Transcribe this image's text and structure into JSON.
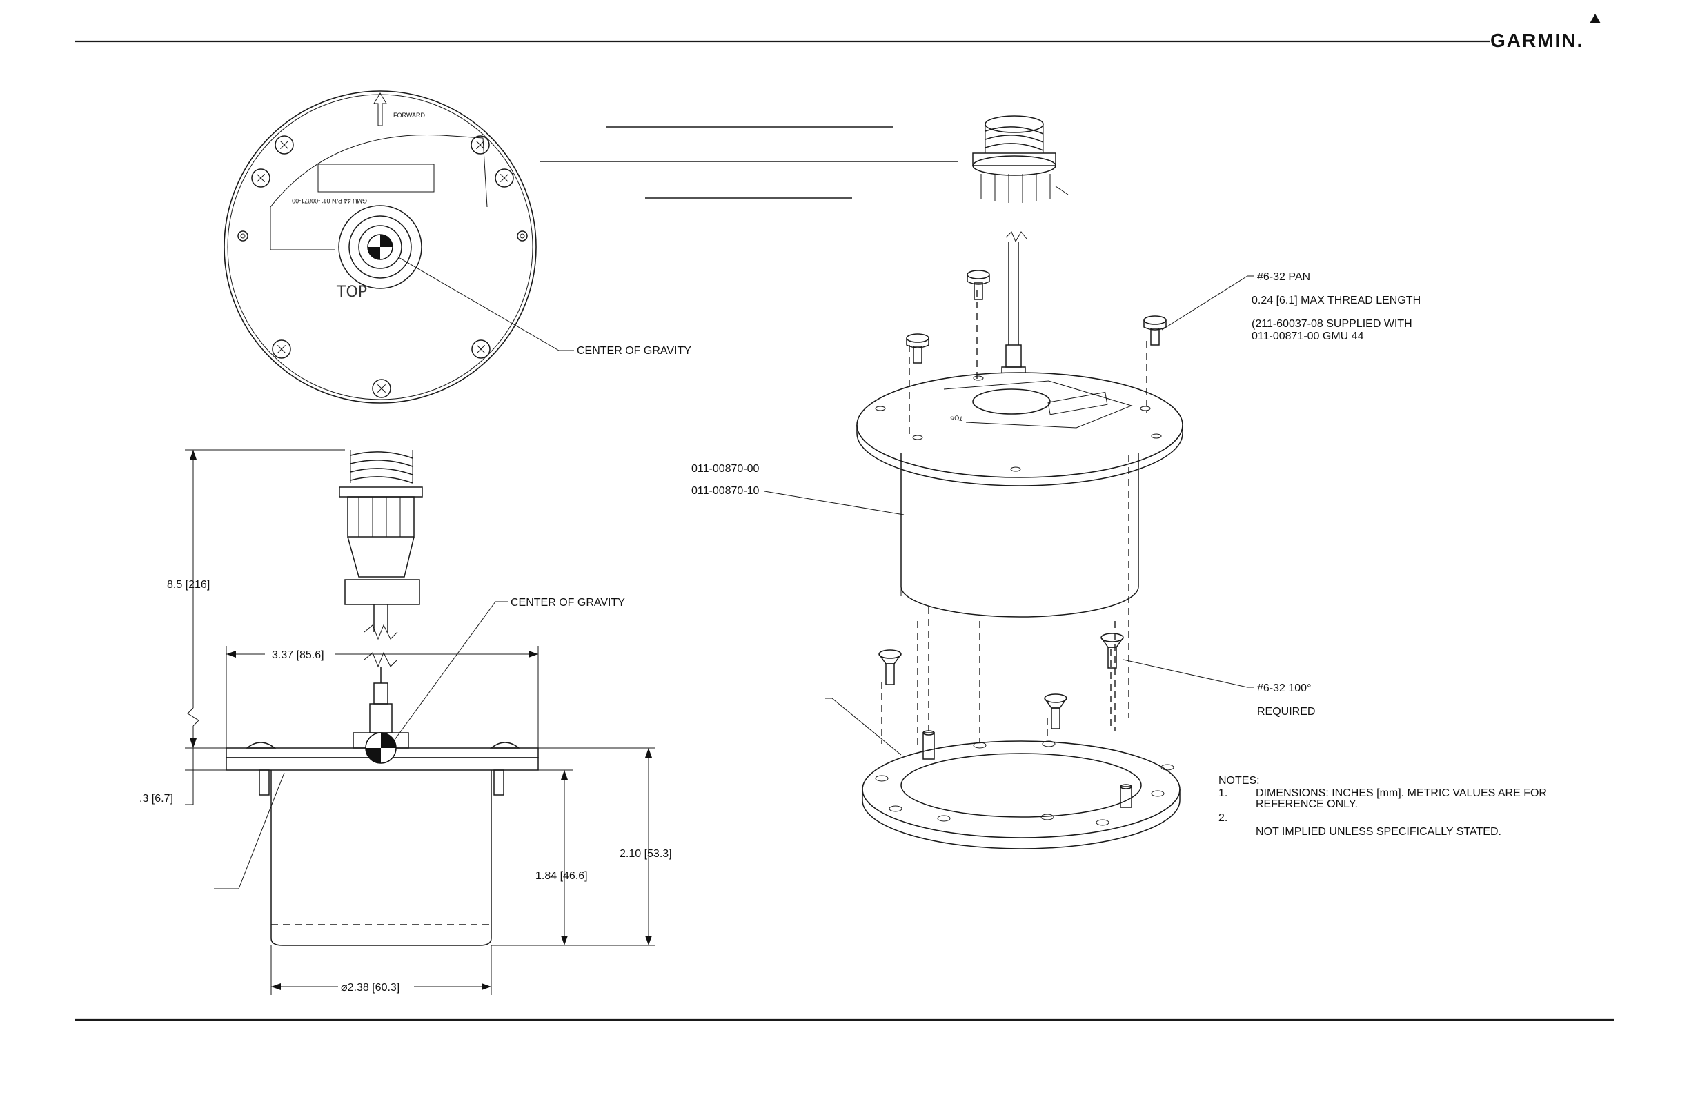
{
  "brand": {
    "logo": "GARMIN."
  },
  "top_view": {
    "forward_label": "FORWARD",
    "top_label": "TOP",
    "part_text": "GMU 44 P/N 011-00871-00",
    "cg_label": "CENTER OF GRAVITY"
  },
  "side_view": {
    "cg_label": "CENTER OF GRAVITY",
    "dims": {
      "height_total": "8.5 [216]",
      "flange_width": "3.37 [85.6]",
      "flange_thickness": ".3 [6.7]",
      "body_height": "1.84 [46.6]",
      "overall_height": "2.10 [53.3]",
      "diameter": "⌀2.38 [60.3]"
    }
  },
  "iso_view": {
    "part_numbers": [
      "011-00870-00",
      "011-00870-10"
    ],
    "screw_pan": {
      "line1": "#6-32 PAN",
      "line2": "0.24 [6.1] MAX THREAD LENGTH",
      "line3": "(211-60037-08 SUPPLIED WITH",
      "line4": "011-00871-00 GMU 44"
    },
    "screw_flat": {
      "line1": "#6-32 100°",
      "line2": "REQUIRED"
    }
  },
  "notes": {
    "heading": "NOTES:",
    "items": [
      {
        "num": "1.",
        "line1": "DIMENSIONS: INCHES [mm]. METRIC VALUES ARE FOR",
        "line2": "REFERENCE ONLY."
      },
      {
        "num": "2.",
        "line1": "",
        "line2": "NOT IMPLIED UNLESS SPECIFICALLY STATED."
      }
    ]
  }
}
